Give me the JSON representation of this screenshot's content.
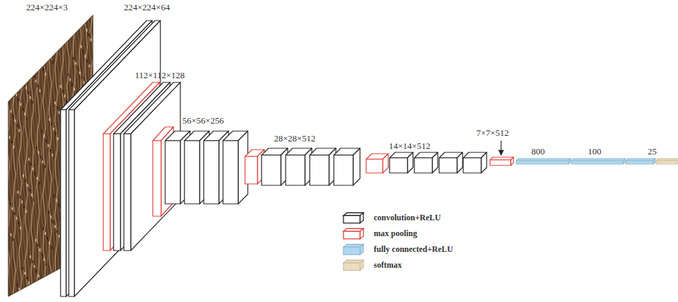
{
  "diagram": {
    "labels": [
      "224×224×3",
      "224×224×64",
      "112×112×128",
      "56×56×256",
      "28×28×512",
      "14×14×512",
      "7×7×512",
      "800",
      "100",
      "25"
    ],
    "legend": [
      {
        "text": "convolution+ReLU",
        "color": "#222222"
      },
      {
        "text": "max pooling",
        "color": "#e0403a"
      },
      {
        "text": "fully connected+ReLU",
        "color": "#aed8f0"
      },
      {
        "text": "softmax",
        "color": "#ecdcc0"
      }
    ]
  }
}
